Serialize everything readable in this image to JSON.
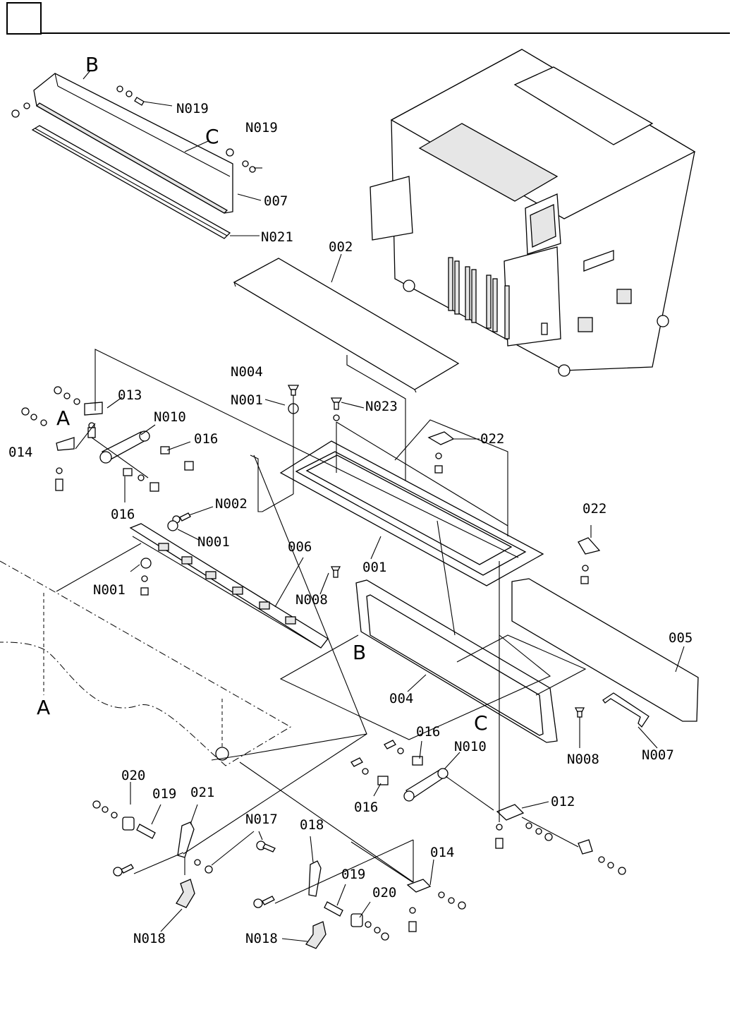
{
  "header": {
    "box_label": ""
  },
  "labels": {
    "N019_a": "N019",
    "N019_b": "N019",
    "L007": "007",
    "N021": "N021",
    "B_top": "B",
    "C_top": "C",
    "L002": "002",
    "N004": "N004",
    "N001_a": "N001",
    "N023": "N023",
    "L013": "013",
    "N010_a": "N010",
    "L016_a": "016",
    "A_left": "A",
    "L014_a": "014",
    "L016_b": "016",
    "L022_a": "022",
    "N002": "N002",
    "N001_b": "N001",
    "L006": "006",
    "L001": "001",
    "L022_b": "022",
    "N001_c": "N001",
    "N008_a": "N008",
    "L005": "005",
    "B_mid": "B",
    "L004": "004",
    "A_bottom": "A",
    "C_mid": "C",
    "N008_b": "N008",
    "N007": "N007",
    "L016_c": "016",
    "N010_b": "N010",
    "L016_d": "016",
    "L012": "012",
    "L020_a": "020",
    "L019_a": "019",
    "L021": "021",
    "N017": "N017",
    "L018": "018",
    "L014_b": "014",
    "L019_b": "019",
    "L020_b": "020",
    "N018_a": "N018",
    "N018_b": "N018"
  }
}
